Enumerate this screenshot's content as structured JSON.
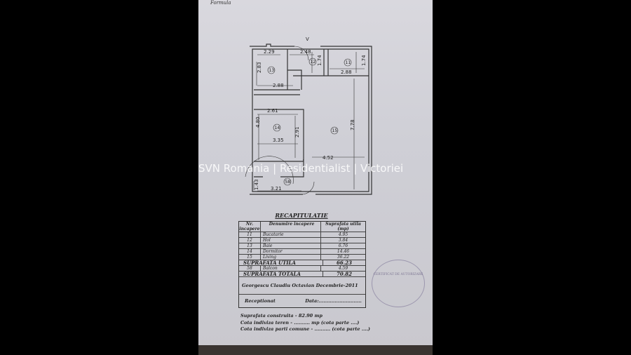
{
  "header_fragment": "Formula",
  "watermark": "SVN Romania | Residentialist | Victoriei",
  "plan": {
    "north_symbol": "V",
    "rooms": [
      {
        "nr": "11"
      },
      {
        "nr": "12"
      },
      {
        "nr": "13"
      },
      {
        "nr": "14"
      },
      {
        "nr": "15"
      },
      {
        "nr": "58"
      }
    ],
    "dimensions": [
      "2.29",
      "2.48",
      "2.83",
      "1.74",
      "1.74",
      "2.88",
      "2.88",
      "2.61",
      "4.80",
      "2.91",
      "3.35",
      "7.78",
      "4.52",
      "1.43",
      "3.21"
    ]
  },
  "recap": {
    "title": "RECAPITULATIE",
    "headers": [
      "Nr. incapere",
      "Denumire incapere",
      "Suprafata utila (mp)"
    ],
    "rows": [
      {
        "nr": "11",
        "name": "Bucatarie",
        "area": "4.95"
      },
      {
        "nr": "12",
        "name": "Hol",
        "area": "3.84"
      },
      {
        "nr": "13",
        "name": "Baie",
        "area": "6.76"
      },
      {
        "nr": "14",
        "name": "Dormitor",
        "area": "14.46"
      },
      {
        "nr": "15",
        "name": "Living",
        "area": "36.22"
      }
    ],
    "utila_label": "SUPRAFATA UTILA",
    "utila_value": "66.23",
    "balcon": {
      "nr": "58",
      "name": "Balcon",
      "area": "4.59"
    },
    "totala_label": "SUPRAFATA TOTALA",
    "totala_value": "70.82",
    "author": "Georgescu Claudiu Octavian Decembrie-2011",
    "receptionat": "Receptionat",
    "data_label": "Data:..........................."
  },
  "notes": [
    "Suprafata construita - 82.90 mp",
    "Cota indiviza teren - .......... mp (cota parte ....)",
    "Cota indiviza parti comune - .......... (cota parte ....)"
  ],
  "stamp": {
    "text": "CERTIFICAT DE AUTORIZARE"
  }
}
